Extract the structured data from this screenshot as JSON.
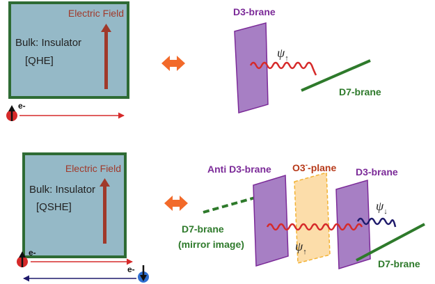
{
  "top": {
    "field_label": "Electric Field",
    "bulk_label": "Bulk: Insulator",
    "effect_label": "[QHE]",
    "edge_electron": "e-",
    "d3_label": "D3-brane",
    "d7_label": "D7-brane",
    "psi": "ψ",
    "psi_sub": "↑"
  },
  "bottom": {
    "field_label": "Electric Field",
    "bulk_label": "Bulk: Insulator",
    "effect_label": "[QSHE]",
    "edge_electron_up": "e-",
    "edge_electron_down": "e-",
    "anti_d3_label": "Anti D3-brane",
    "o3_label": "O3",
    "o3_sup": "-",
    "o3_suffix": "-plane",
    "d3_label": "D3-brane",
    "d7_mirror_label": "D7-brane",
    "mirror_image_label": "(mirror image)",
    "d7_label": "D7-brane",
    "psi_down": "ψ",
    "psi_down_sub": "↓",
    "psi_up": "ψ",
    "psi_up_sub": "↑"
  },
  "colors": {
    "panel_fill": "#95b9c7",
    "panel_border": "#2e6b34",
    "field_arrow": "#a0392a",
    "field_text": "#a0392a",
    "brane_purple": "#a77fc4",
    "brane_label": "#7b2a98",
    "d7_green": "#2e7a2b",
    "wave_red": "#d62a2a",
    "wave_navy": "#1e1a6b",
    "o3_fill": "#fbd79b",
    "o3_stroke": "#f2b233",
    "double_arrow": "#f26a2a"
  }
}
